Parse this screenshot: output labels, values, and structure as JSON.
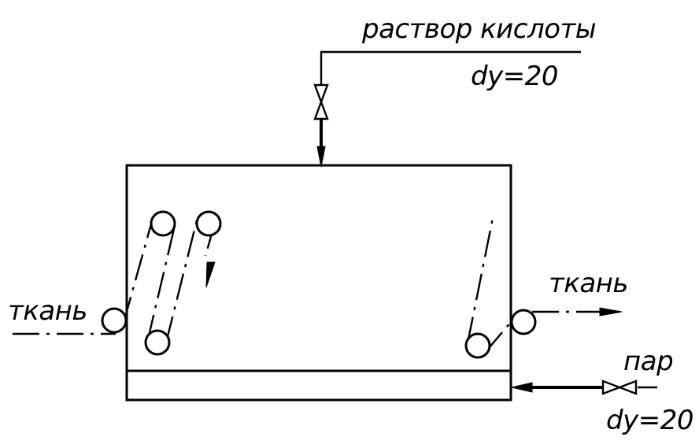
{
  "labels": {
    "acid_solution": "раствор кислоты",
    "acid_dn": "dy=20",
    "fabric_in": "ткань",
    "fabric_out": "ткань",
    "steam": "пар",
    "steam_dn": "dy=20"
  }
}
